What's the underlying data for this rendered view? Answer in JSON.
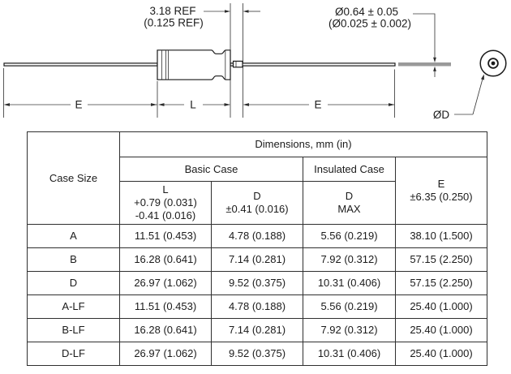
{
  "drawing": {
    "ref_dim_line1": "3.18 REF",
    "ref_dim_line2": "(0.125 REF)",
    "dia_dim_line1": "Ø0.64 ± 0.05",
    "dia_dim_line2": "(Ø0.025 ± 0.002)",
    "e_left_label": "E",
    "l_label": "L",
    "e_right_label": "E",
    "od_label": "ØD"
  },
  "table": {
    "dimensions_header": "Dimensions, mm (in)",
    "case_size_header": "Case Size",
    "basic_case_header": "Basic Case",
    "insulated_case_header": "Insulated Case",
    "col_l": {
      "line1": "L",
      "line2": "+0.79 (0.031)",
      "line3": "-0.41 (0.016)"
    },
    "col_d": {
      "line1": "D",
      "line2": "±0.41 (0.016)"
    },
    "col_d_max": {
      "line1": "D",
      "line2": "MAX"
    },
    "col_e": {
      "line1": "E",
      "line2": "±6.35 (0.250)"
    },
    "rows": [
      {
        "case": "A",
        "l": "11.51 (0.453)",
        "d": "4.78 (0.188)",
        "d_max": "5.56 (0.219)",
        "e": "38.10 (1.500)"
      },
      {
        "case": "B",
        "l": "16.28 (0.641)",
        "d": "7.14 (0.281)",
        "d_max": "7.92 (0.312)",
        "e": "57.15 (2.250)"
      },
      {
        "case": "D",
        "l": "26.97 (1.062)",
        "d": "9.52 (0.375)",
        "d_max": "10.31 (0.406)",
        "e": "57.15 (2.250)"
      },
      {
        "case": "A-LF",
        "l": "11.51 (0.453)",
        "d": "4.78 (0.188)",
        "d_max": "5.56 (0.219)",
        "e": "25.40 (1.000)"
      },
      {
        "case": "B-LF",
        "l": "16.28 (0.641)",
        "d": "7.14 (0.281)",
        "d_max": "7.92 (0.312)",
        "e": "25.40 (1.000)"
      },
      {
        "case": "D-LF",
        "l": "26.97 (1.062)",
        "d": "9.52 (0.375)",
        "d_max": "10.31 (0.406)",
        "e": "25.40 (1.000)"
      }
    ]
  },
  "colors": {
    "line": "#1a1a1a",
    "dimension_line": "#3a3a3a",
    "lead_grey": "#9a9a9a",
    "text": "#1b1b1b",
    "background": "#ffffff"
  }
}
